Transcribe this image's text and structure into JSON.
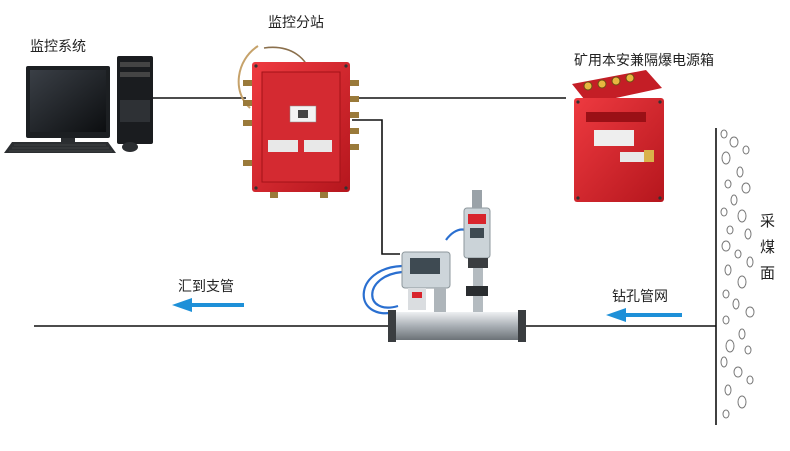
{
  "labels": {
    "monitoring_system": "监控系统",
    "substation": "监控分站",
    "power_box": "矿用本安兼隔爆电源箱",
    "to_branch_pipe": "汇到支管",
    "borehole_network": "钻孔管网",
    "coal_face": [
      "采",
      "煤",
      "面"
    ]
  },
  "colors": {
    "line": "#111111",
    "arrow": "#1e90d8",
    "explosion_box": "#d8242c",
    "cable": "#2a6fd0",
    "pipe": "#b8bec4"
  }
}
